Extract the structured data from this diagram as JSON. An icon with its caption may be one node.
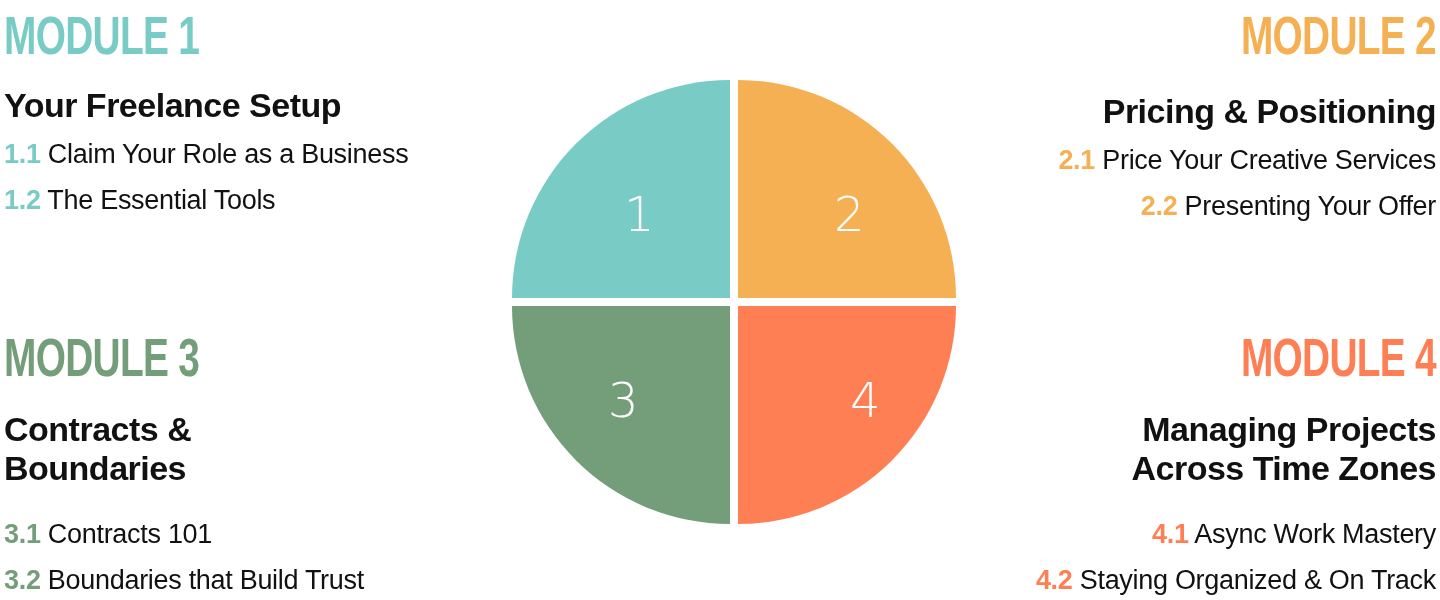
{
  "diagram": {
    "nodes": [
      {
        "text": [
          "1"
        ]
      },
      {
        "text": [
          "2"
        ]
      },
      {
        "text": [
          "3"
        ]
      },
      {
        "text": [
          "4"
        ]
      }
    ],
    "labels": [
      "MODULE 1",
      "Your Freelance Setup",
      "**1.1** Claim Your Role as a Business",
      "**1.2** The Essential Tools",
      "MODULE 2",
      "Pricing & Positioning",
      "**2.1** Price Your Creative Services",
      "**2.2** Presenting Your Offer",
      "MODULE 3",
      "Contracts & Boundaries",
      "**3.1** Contracts 101",
      "**3.2** Boundaries that Build Trust",
      "MODULE 4",
      "Managing Projects Across Time Zones",
      "**4.1** Async Work Mastery",
      "**4.2** Staying Organized & On Track"
    ]
  }
}
